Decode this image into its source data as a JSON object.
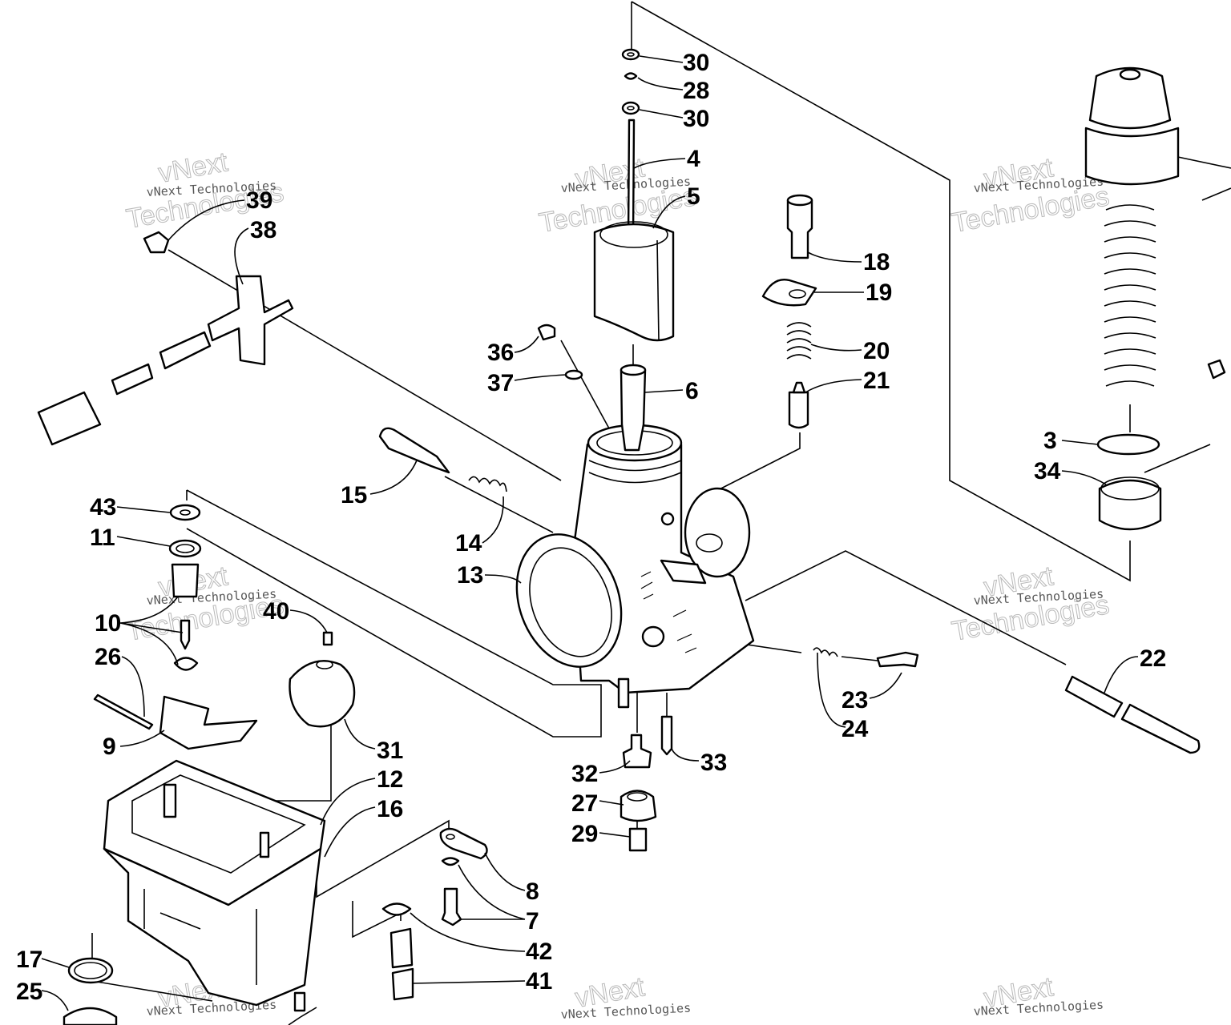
{
  "diagram": {
    "callouts": [
      {
        "id": "c30a",
        "text": "30"
      },
      {
        "id": "c28",
        "text": "28"
      },
      {
        "id": "c30b",
        "text": "30"
      },
      {
        "id": "c4",
        "text": "4"
      },
      {
        "id": "c5",
        "text": "5"
      },
      {
        "id": "c39",
        "text": "39"
      },
      {
        "id": "c38",
        "text": "38"
      },
      {
        "id": "c18",
        "text": "18"
      },
      {
        "id": "c19",
        "text": "19"
      },
      {
        "id": "c20",
        "text": "20"
      },
      {
        "id": "c21",
        "text": "21"
      },
      {
        "id": "c36",
        "text": "36"
      },
      {
        "id": "c37",
        "text": "37"
      },
      {
        "id": "c6",
        "text": "6"
      },
      {
        "id": "c3",
        "text": "3"
      },
      {
        "id": "c34",
        "text": "34"
      },
      {
        "id": "c15",
        "text": "15"
      },
      {
        "id": "c14",
        "text": "14"
      },
      {
        "id": "c43",
        "text": "43"
      },
      {
        "id": "c11",
        "text": "11"
      },
      {
        "id": "c13",
        "text": "13"
      },
      {
        "id": "c10",
        "text": "10"
      },
      {
        "id": "c40",
        "text": "40"
      },
      {
        "id": "c26",
        "text": "26"
      },
      {
        "id": "c22",
        "text": "22"
      },
      {
        "id": "c23",
        "text": "23"
      },
      {
        "id": "c24",
        "text": "24"
      },
      {
        "id": "c9",
        "text": "9"
      },
      {
        "id": "c31",
        "text": "31"
      },
      {
        "id": "c32",
        "text": "32"
      },
      {
        "id": "c33",
        "text": "33"
      },
      {
        "id": "c12",
        "text": "12"
      },
      {
        "id": "c27",
        "text": "27"
      },
      {
        "id": "c16",
        "text": "16"
      },
      {
        "id": "c29",
        "text": "29"
      },
      {
        "id": "c8",
        "text": "8"
      },
      {
        "id": "c7",
        "text": "7"
      },
      {
        "id": "c42",
        "text": "42"
      },
      {
        "id": "c17",
        "text": "17"
      },
      {
        "id": "c41",
        "text": "41"
      },
      {
        "id": "c25",
        "text": "25"
      }
    ],
    "watermark": {
      "company": "vNext Technologies",
      "big_line1": "vNext",
      "big_line2": "Technologies"
    }
  }
}
